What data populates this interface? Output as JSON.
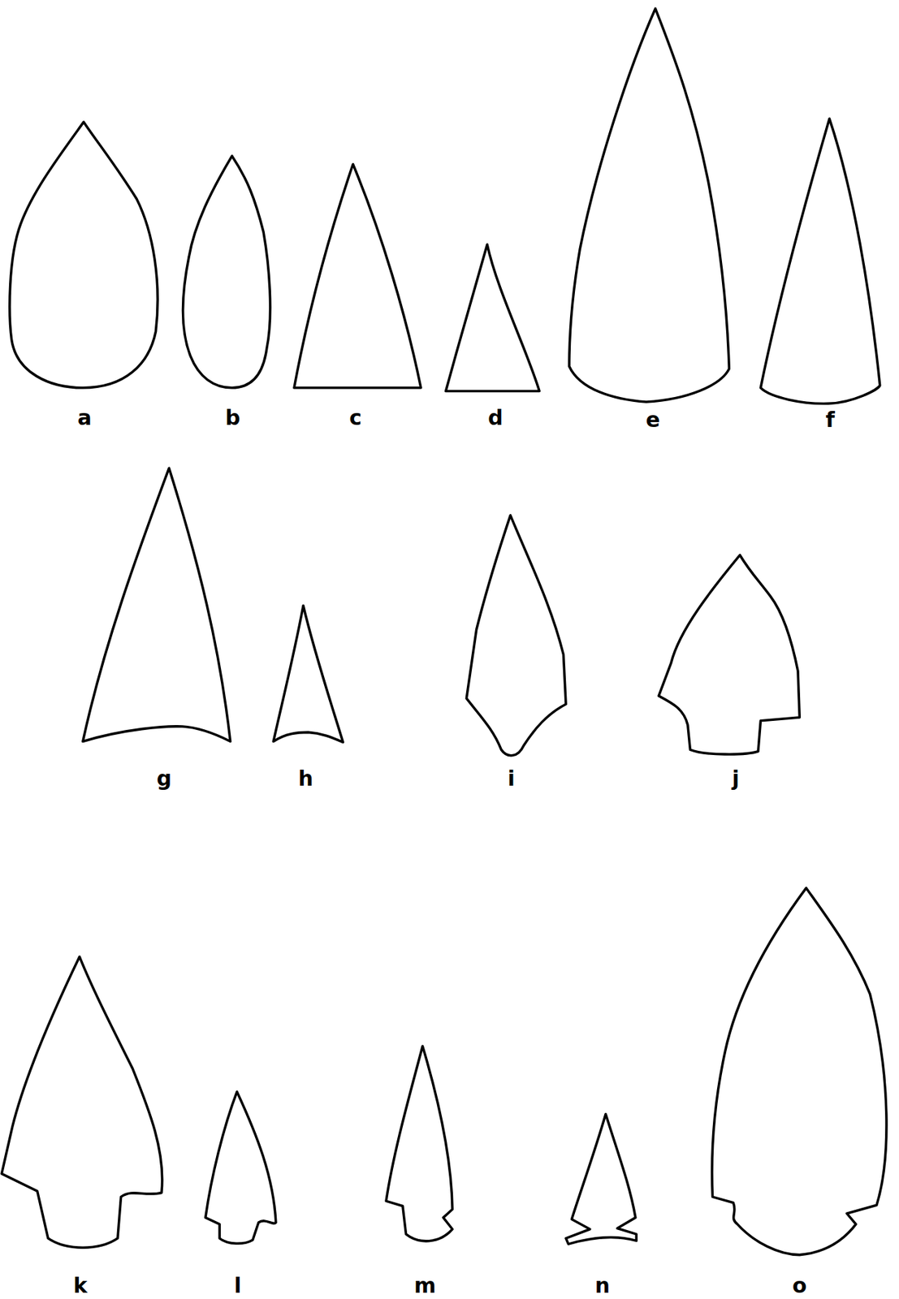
{
  "diagram": {
    "labels": [
      "a",
      "b",
      "c",
      "d",
      "e",
      "f",
      "g",
      "h",
      "i",
      "j",
      "k",
      "l",
      "m",
      "n",
      "o"
    ]
  }
}
